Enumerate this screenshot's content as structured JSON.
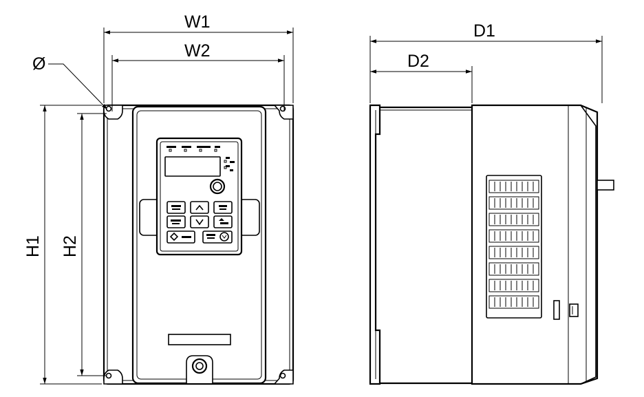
{
  "labels": {
    "w1": "W1",
    "w2": "W2",
    "h1": "H1",
    "h2": "H2",
    "d1": "D1",
    "d2": "D2",
    "diameter": "Ø"
  }
}
